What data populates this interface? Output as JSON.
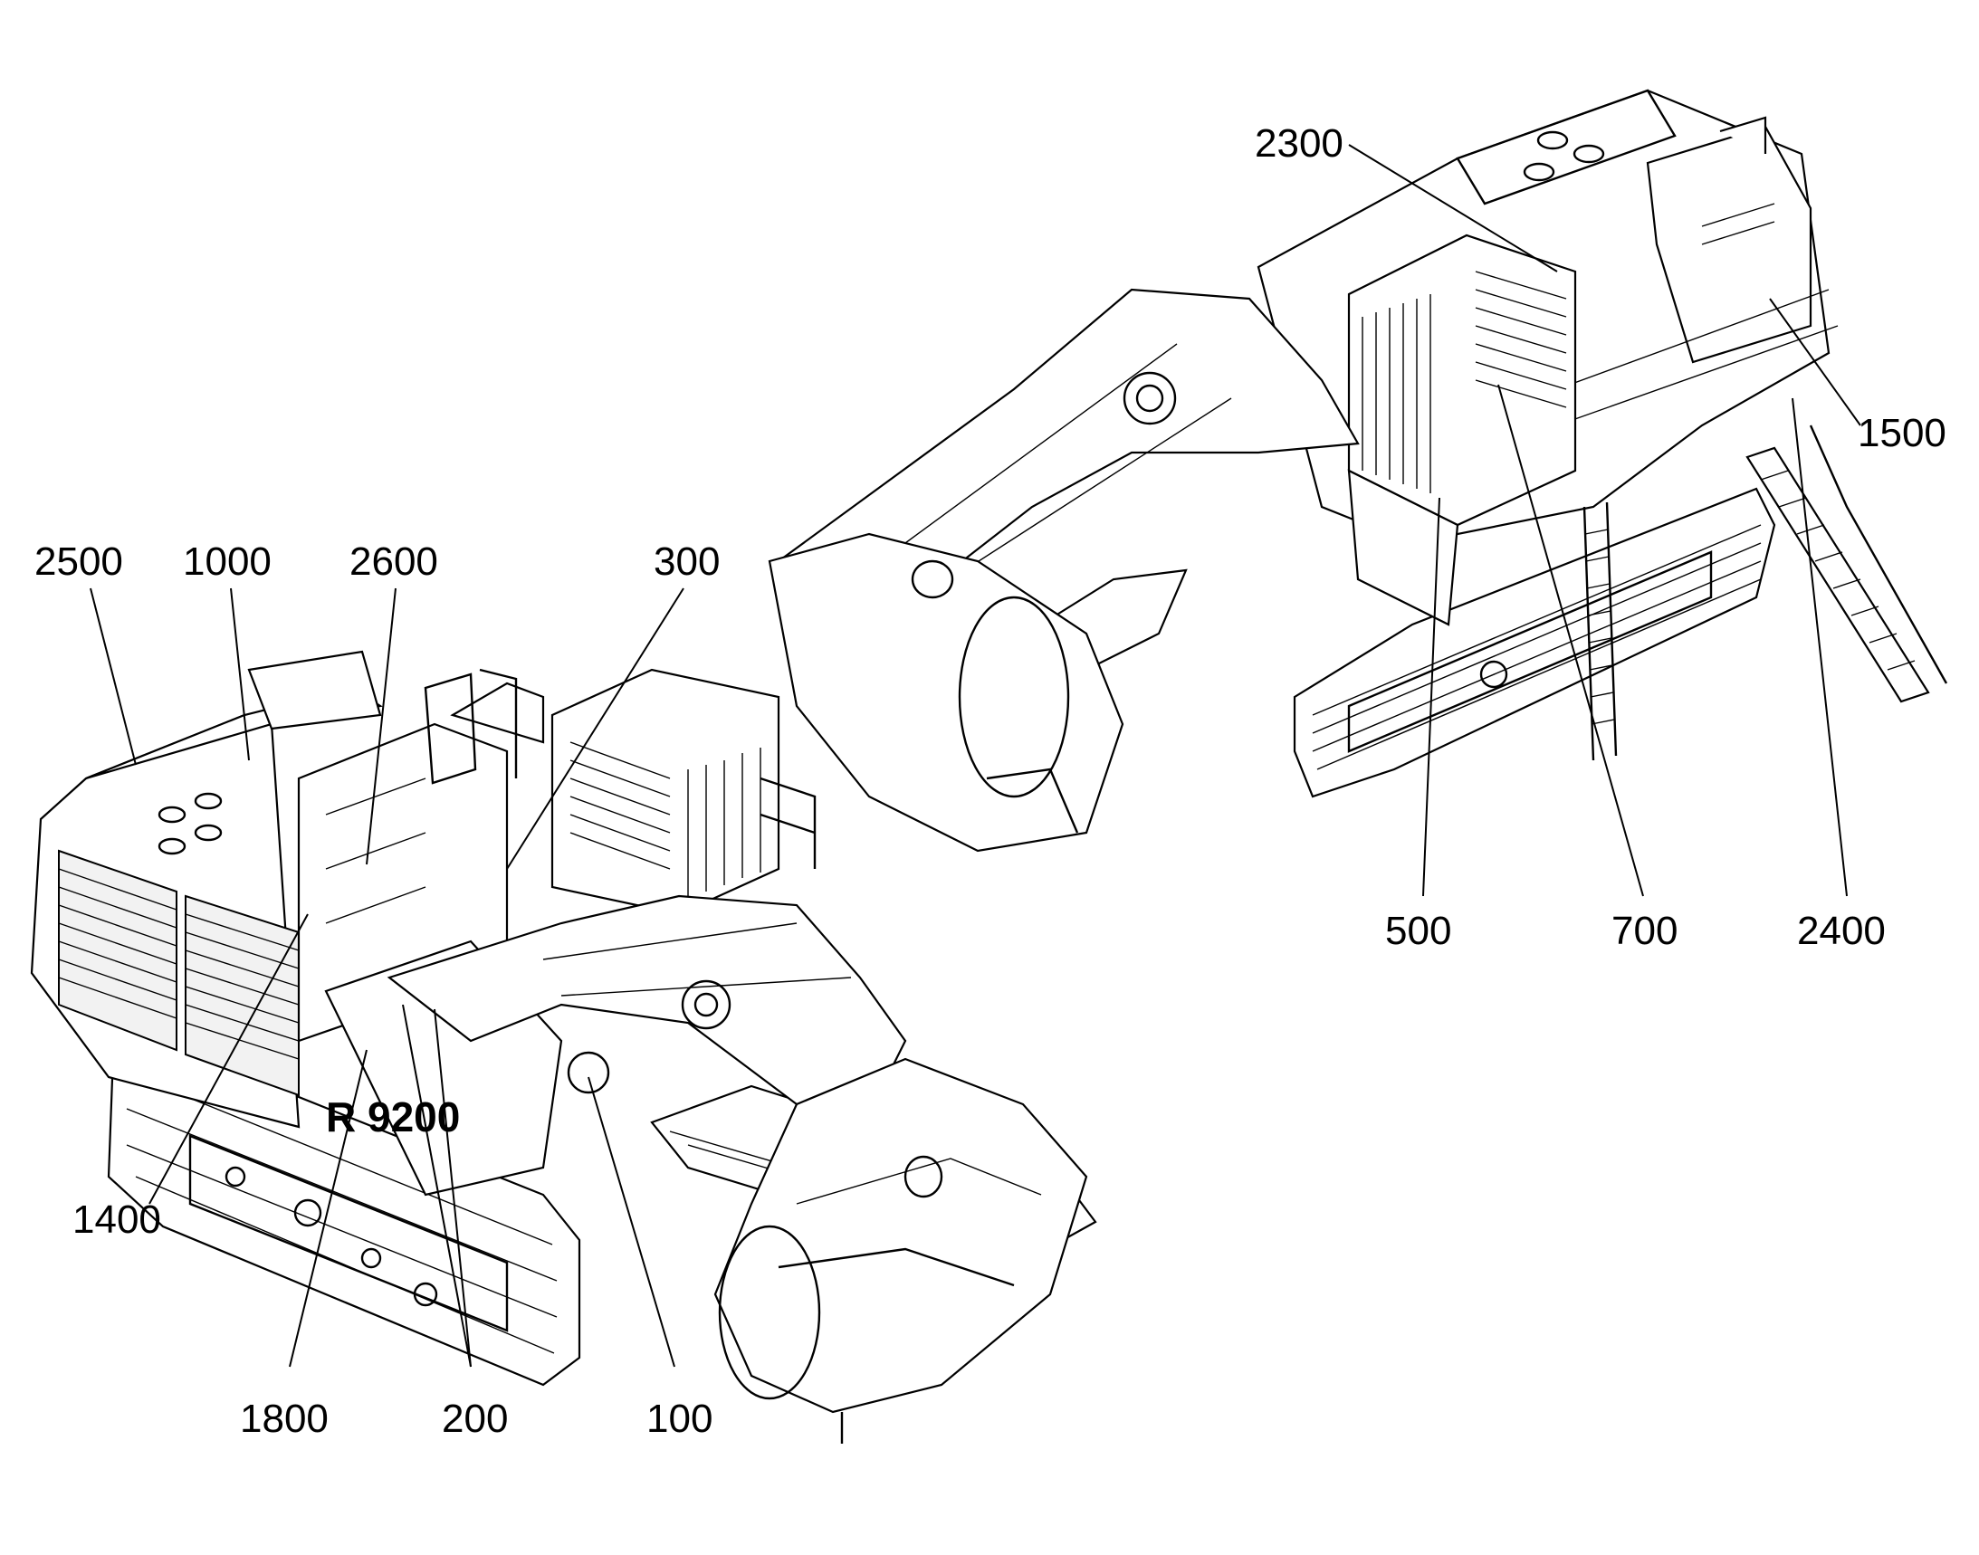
{
  "callouts": [
    {
      "id": "2500",
      "text": "2500"
    },
    {
      "id": "1000",
      "text": "1000"
    },
    {
      "id": "2600",
      "text": "2600"
    },
    {
      "id": "300",
      "text": "300"
    },
    {
      "id": "1400",
      "text": "1400"
    },
    {
      "id": "1800",
      "text": "1800"
    },
    {
      "id": "200",
      "text": "200"
    },
    {
      "id": "100",
      "text": "100"
    },
    {
      "id": "2300",
      "text": "2300"
    },
    {
      "id": "1500",
      "text": "1500"
    },
    {
      "id": "500",
      "text": "500"
    },
    {
      "id": "700",
      "text": "700"
    },
    {
      "id": "2400",
      "text": "2400"
    }
  ],
  "machine_marking": "R 9200"
}
